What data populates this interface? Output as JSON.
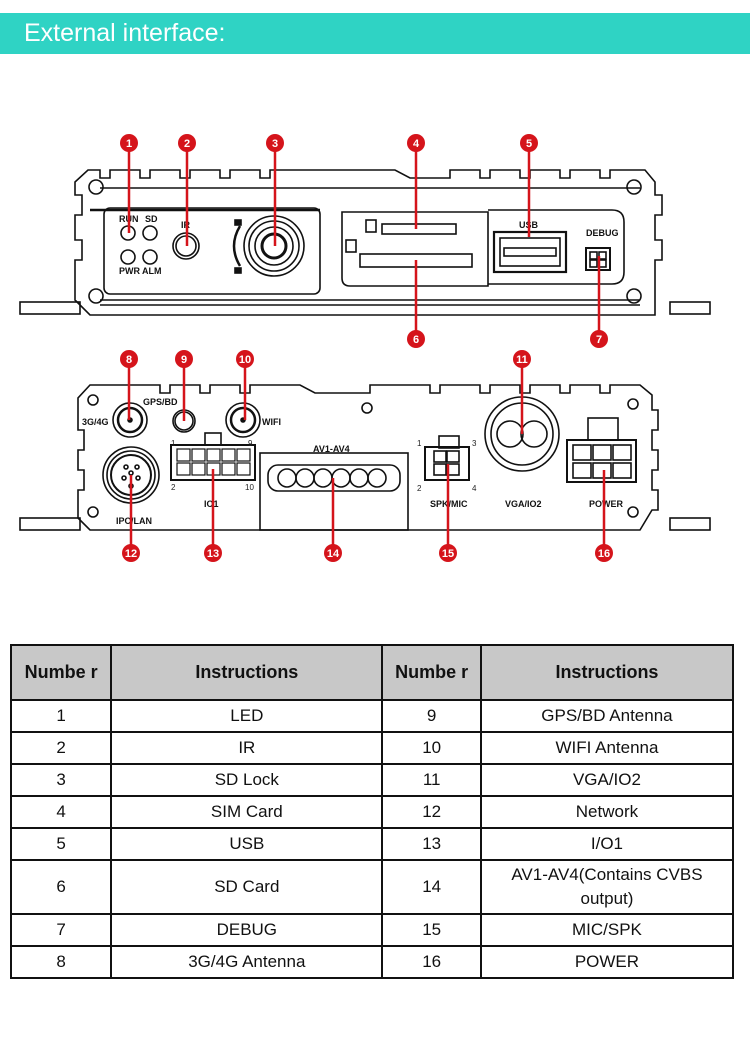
{
  "header": {
    "title": "External interface:",
    "color": "#2fd3c4"
  },
  "callout_color": "#d5141b",
  "front_panel": {
    "led_labels": [
      "RUN",
      "SD",
      "PWR",
      "ALM"
    ],
    "ir_label": "IR",
    "usb_label": "USB",
    "debug_label": "DEBUG",
    "callouts": [
      "1",
      "2",
      "3",
      "4",
      "5",
      "6",
      "7"
    ]
  },
  "rear_panel": {
    "labels": {
      "ant_3g4g": "3G/4G",
      "gps_bd": "GPS/BD",
      "wifi": "WIFI",
      "ipc_lan": "IPC/LAN",
      "io1": "IO1",
      "av": "AV1-AV4",
      "spk_mic": "SPK/MIC",
      "vga_io2": "VGA/IO2",
      "power": "POWER"
    },
    "io1_pins": {
      "tl": "1",
      "tr": "9",
      "bl": "2",
      "br": "10"
    },
    "spk_pins": {
      "tl": "1",
      "tr": "3",
      "bl": "2",
      "br": "4"
    },
    "callouts": [
      "8",
      "9",
      "10",
      "11",
      "12",
      "13",
      "14",
      "15",
      "16"
    ]
  },
  "table": {
    "headers": [
      "Numbe r",
      "Instructions",
      "Numbe r",
      "Instructions"
    ],
    "rows": [
      {
        "n1": "1",
        "i1": "LED",
        "n2": "9",
        "i2": "GPS/BD Antenna"
      },
      {
        "n1": "2",
        "i1": "IR",
        "n2": "10",
        "i2": "WIFI Antenna"
      },
      {
        "n1": "3",
        "i1": "SD Lock",
        "n2": "11",
        "i2": "VGA/IO2"
      },
      {
        "n1": "4",
        "i1": "SIM Card",
        "n2": "12",
        "i2": "Network"
      },
      {
        "n1": "5",
        "i1": "USB",
        "n2": "13",
        "i2": "I/O1"
      },
      {
        "n1": "6",
        "i1": "SD Card",
        "n2": "14",
        "i2": "AV1-AV4(Contains CVBS output)"
      },
      {
        "n1": "7",
        "i1": "DEBUG",
        "n2": "15",
        "i2": "MIC/SPK"
      },
      {
        "n1": "8",
        "i1": "3G/4G Antenna",
        "n2": "16",
        "i2": "POWER"
      }
    ]
  }
}
